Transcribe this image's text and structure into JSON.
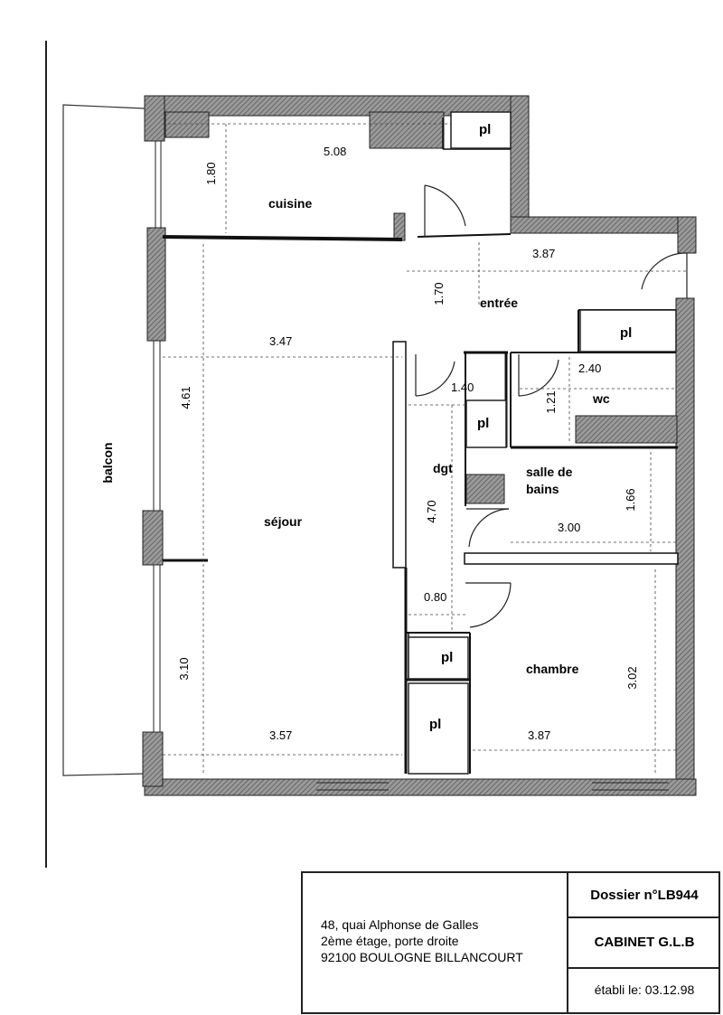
{
  "rooms": {
    "cuisine": "cuisine",
    "entree": "entrée",
    "sejour": "séjour",
    "dgt": "dgt",
    "wc": "wc",
    "sdb_line1": "salle de",
    "sdb_line2": "bains",
    "chambre": "chambre",
    "balcon": "balcon"
  },
  "closet_label": "pl",
  "dimensions": {
    "cuisine_w": "5.08",
    "cuisine_h": "1.80",
    "entree_w": "3.87",
    "entree_h": "1.70",
    "sejour_w_top": "3.47",
    "sejour_h_top": "4.61",
    "sejour_h_bottom": "3.10",
    "sejour_w_bottom": "3.57",
    "dgt_w": "1.40",
    "dgt_h": "4.70",
    "dgt_w2": "0.80",
    "wc_w": "2.40",
    "wc_h": "1.21",
    "sdb_w": "3.00",
    "sdb_h": "1.66",
    "chambre_w": "3.87",
    "chambre_h": "3.02"
  },
  "title_block": {
    "address_line1": "48, quai Alphonse de Galles",
    "address_line2": "2ème étage, porte droite",
    "address_line3": "92100 BOULOGNE BILLANCOURT",
    "dossier": "Dossier n°LB944",
    "cabinet": "CABINET G.L.B",
    "date": "établi le: 03.12.98"
  }
}
